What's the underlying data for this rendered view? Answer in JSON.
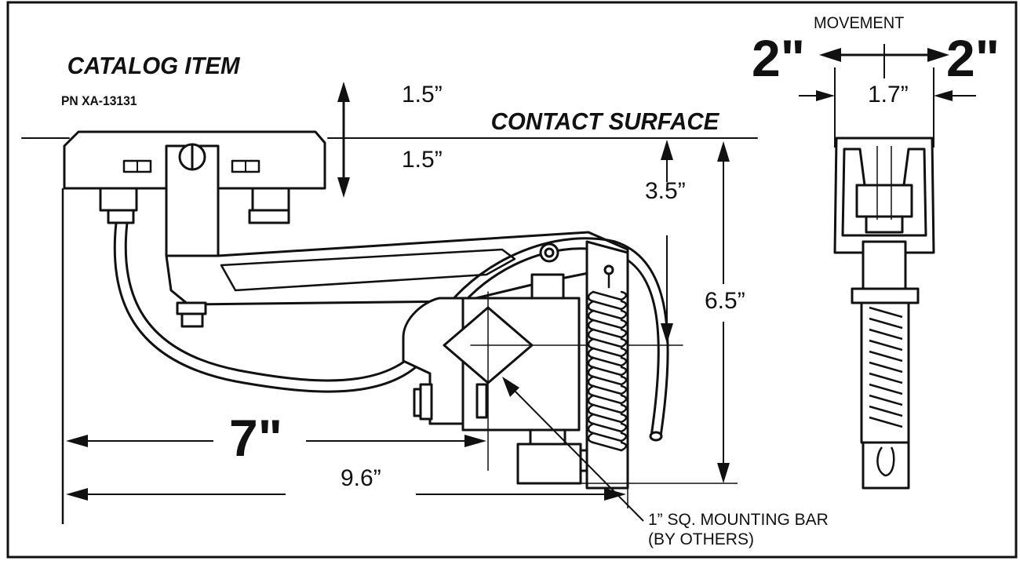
{
  "header": {
    "catalog_title": "CATALOG ITEM",
    "part_number": "PN XA-13131"
  },
  "side_view": {
    "contact_surface_label": "CONTACT SURFACE",
    "dim_vertical_up": "1.5”",
    "dim_vertical_down": "1.5”",
    "dim_contact_to_bar": "3.5”",
    "dim_overall_height": "6.5”",
    "dim_to_bar": "7\"",
    "dim_overall_length": "9.6”",
    "mounting_bar_line1": "1” SQ. MOUNTING BAR",
    "mounting_bar_line2": "(BY OTHERS)"
  },
  "end_view": {
    "movement_label": "MOVEMENT",
    "movement_left": "2\"",
    "movement_right": "2\"",
    "dim_width": "1.7”"
  }
}
